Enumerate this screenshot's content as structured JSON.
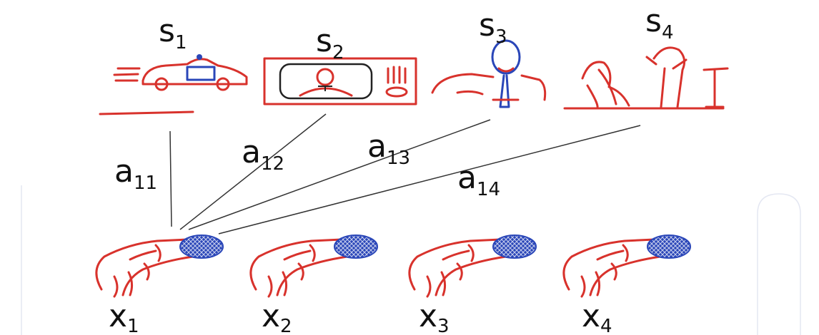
{
  "sources": [
    {
      "id": "s1",
      "main": "s",
      "sub": "1",
      "depicts": "car-sketch"
    },
    {
      "id": "s2",
      "main": "s",
      "sub": "2",
      "depicts": "tv-sketch"
    },
    {
      "id": "s3",
      "main": "s",
      "sub": "3",
      "depicts": "speaker-sketch"
    },
    {
      "id": "s4",
      "main": "s",
      "sub": "4",
      "depicts": "musicians-sketch"
    }
  ],
  "mixing_coefficients": [
    {
      "id": "a11",
      "main": "a",
      "sub": "11"
    },
    {
      "id": "a12",
      "main": "a",
      "sub": "12"
    },
    {
      "id": "a13",
      "main": "a",
      "sub": "13"
    },
    {
      "id": "a14",
      "main": "a",
      "sub": "14"
    }
  ],
  "microphones": [
    {
      "id": "x1",
      "main": "x",
      "sub": "1"
    },
    {
      "id": "x2",
      "main": "x",
      "sub": "2"
    },
    {
      "id": "x3",
      "main": "x",
      "sub": "3"
    },
    {
      "id": "x4",
      "main": "x",
      "sub": "4"
    }
  ],
  "colors": {
    "ink": "#d8322c",
    "mic_head": "#2a46b8",
    "line": "#333333",
    "text": "#111111"
  }
}
